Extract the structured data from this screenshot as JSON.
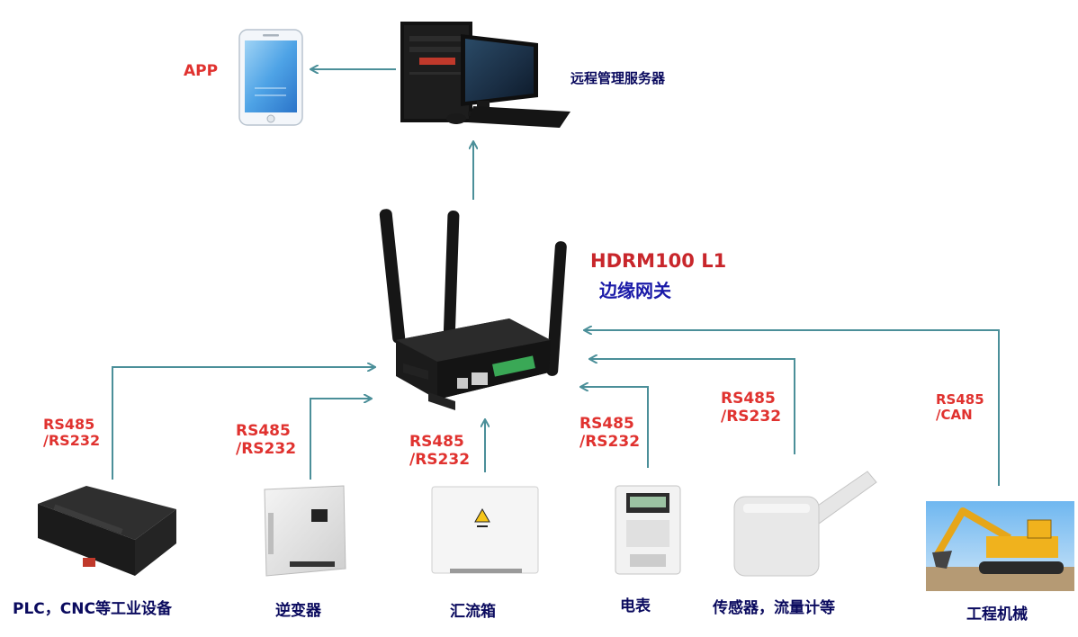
{
  "top": {
    "app_label": "APP",
    "server_label": "远程管理服务器"
  },
  "gateway": {
    "model": "HDRM100 L1",
    "subtitle": "边缘网关"
  },
  "devices": [
    {
      "name": "PLC，CNC等工业设备",
      "protocol_line1": "RS485",
      "protocol_line2": "/RS232"
    },
    {
      "name": "逆变器",
      "protocol_line1": "RS485",
      "protocol_line2": "/RS232"
    },
    {
      "name": "汇流箱",
      "protocol_line1": "RS485",
      "protocol_line2": "/RS232"
    },
    {
      "name": "电表",
      "protocol_line1": "RS485",
      "protocol_line2": "/RS232"
    },
    {
      "name": "传感器，流量计等",
      "protocol_line1": "RS485",
      "protocol_line2": "/RS232"
    },
    {
      "name": "工程机械",
      "protocol_line1": "RS485",
      "protocol_line2": "/CAN"
    }
  ],
  "colors": {
    "connector": "#4b8f99",
    "protocol_text": "#e0322f",
    "model_text": "#c8262b",
    "label_text": "#0a0a5e",
    "subtitle_text": "#1a1aa8"
  }
}
